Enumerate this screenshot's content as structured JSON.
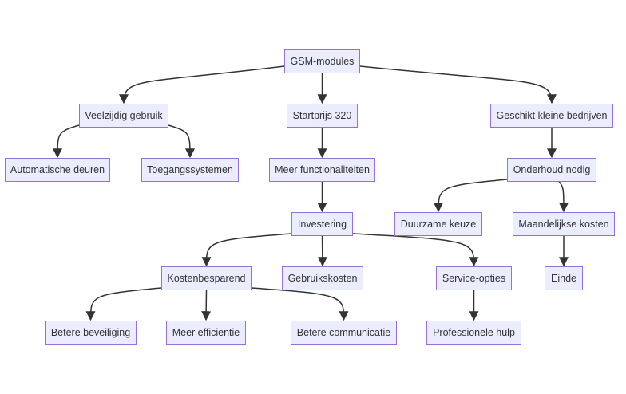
{
  "nodes": [
    {
      "id": "root",
      "label": "GSM-modules"
    },
    {
      "id": "veelzijdig",
      "label": "Veelzijdig gebruik"
    },
    {
      "id": "startprijs",
      "label": "Startprijs 320"
    },
    {
      "id": "geschikt",
      "label": "Geschikt kleine bedrijven"
    },
    {
      "id": "auto",
      "label": "Automatische deuren"
    },
    {
      "id": "toegang",
      "label": "Toegangssystemen"
    },
    {
      "id": "meer",
      "label": "Meer functionaliteiten"
    },
    {
      "id": "onderhoud",
      "label": "Onderhoud nodig"
    },
    {
      "id": "invest",
      "label": "Investering"
    },
    {
      "id": "duurzaam",
      "label": "Duurzame keuze"
    },
    {
      "id": "maand",
      "label": "Maandelijkse kosten"
    },
    {
      "id": "kosten",
      "label": "Kostenbesparend"
    },
    {
      "id": "gebruik",
      "label": "Gebruikskosten"
    },
    {
      "id": "service",
      "label": "Service-opties"
    },
    {
      "id": "einde",
      "label": "Einde"
    },
    {
      "id": "beveiliging",
      "label": "Betere beveiliging"
    },
    {
      "id": "efficientie",
      "label": "Meer efficiëntie"
    },
    {
      "id": "communicatie",
      "label": "Betere communicatie"
    },
    {
      "id": "hulp",
      "label": "Professionele hulp"
    }
  ],
  "edges": [
    [
      "root",
      "veelzijdig"
    ],
    [
      "root",
      "startprijs"
    ],
    [
      "root",
      "geschikt"
    ],
    [
      "veelzijdig",
      "auto"
    ],
    [
      "veelzijdig",
      "toegang"
    ],
    [
      "startprijs",
      "meer"
    ],
    [
      "geschikt",
      "onderhoud"
    ],
    [
      "meer",
      "invest"
    ],
    [
      "onderhoud",
      "duurzaam"
    ],
    [
      "onderhoud",
      "maand"
    ],
    [
      "invest",
      "kosten"
    ],
    [
      "invest",
      "gebruik"
    ],
    [
      "invest",
      "service"
    ],
    [
      "maand",
      "einde"
    ],
    [
      "kosten",
      "beveiliging"
    ],
    [
      "kosten",
      "efficientie"
    ],
    [
      "kosten",
      "communicatie"
    ],
    [
      "service",
      "hulp"
    ]
  ]
}
